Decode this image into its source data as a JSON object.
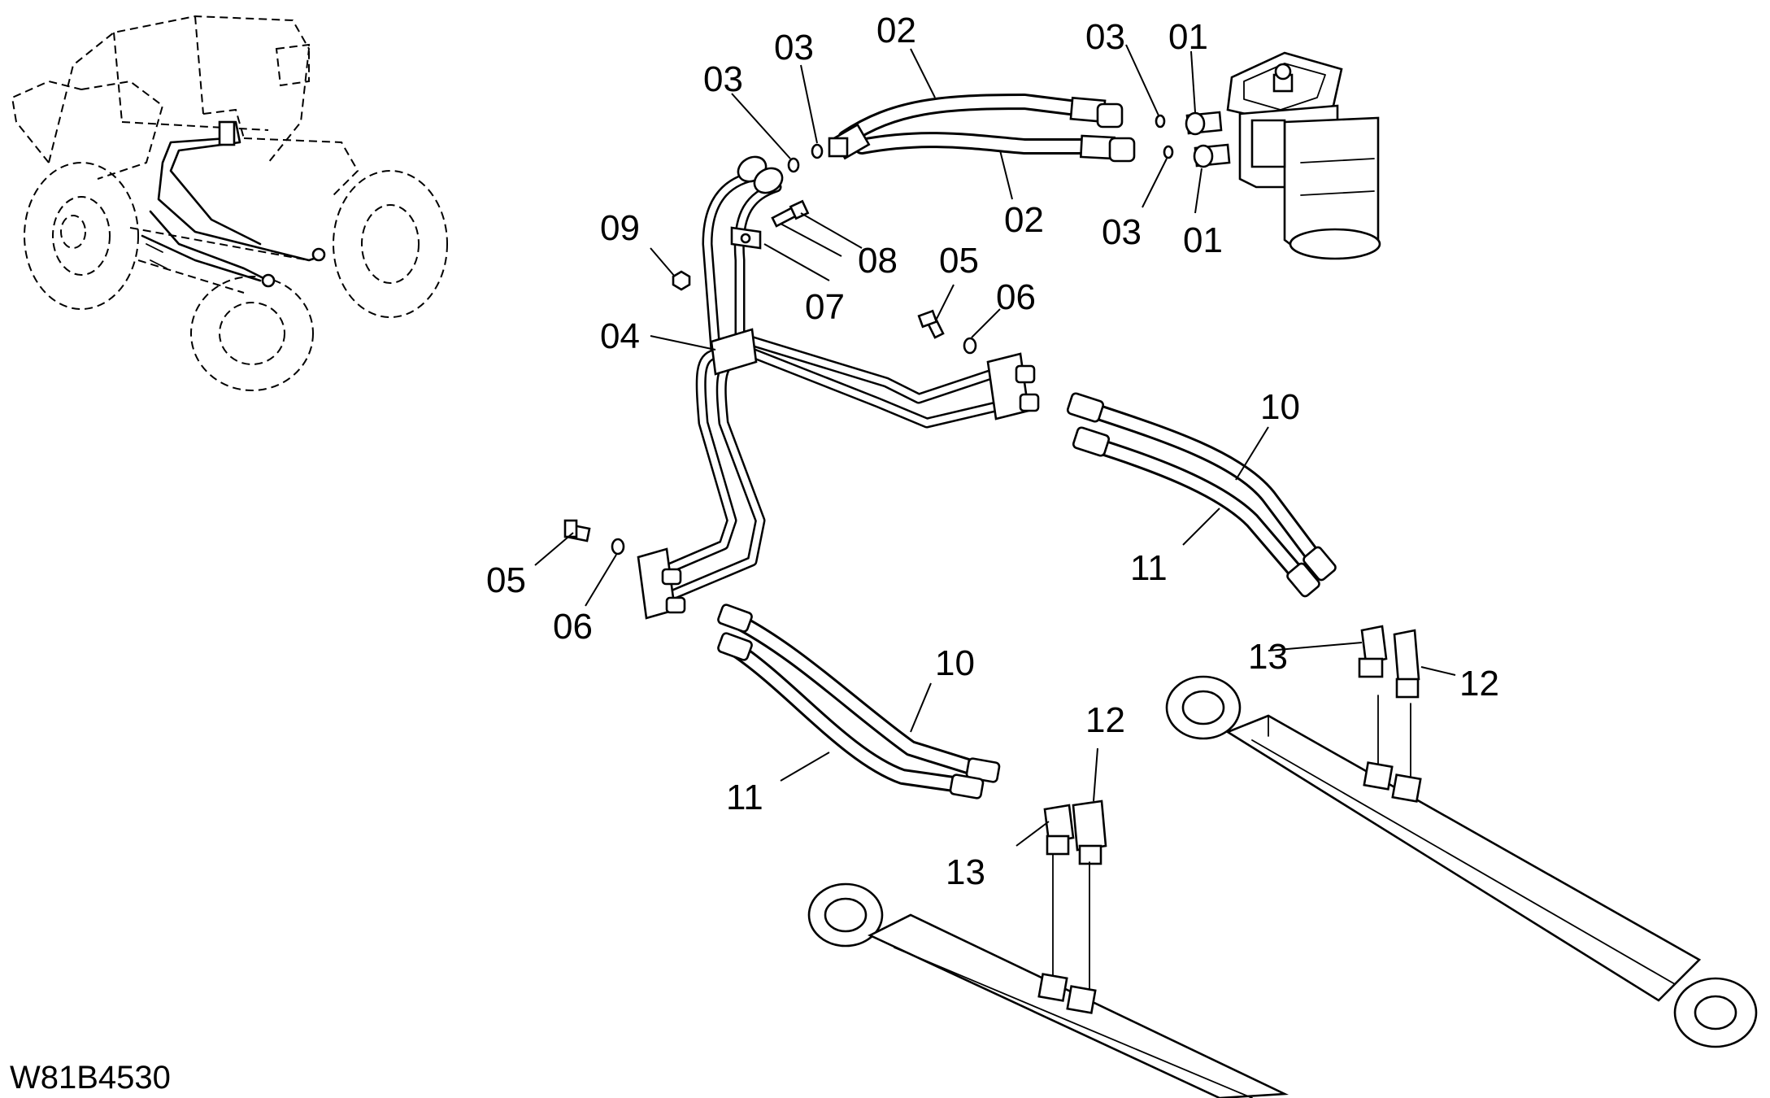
{
  "callouts": [
    {
      "id": "01",
      "text": "01"
    },
    {
      "id": "01b",
      "text": "01"
    },
    {
      "id": "02",
      "text": "02"
    },
    {
      "id": "02b",
      "text": "02"
    },
    {
      "id": "03a",
      "text": "03"
    },
    {
      "id": "03b",
      "text": "03"
    },
    {
      "id": "03c",
      "text": "03"
    },
    {
      "id": "03d",
      "text": "03"
    },
    {
      "id": "04",
      "text": "04"
    },
    {
      "id": "05a",
      "text": "05"
    },
    {
      "id": "05b",
      "text": "05"
    },
    {
      "id": "06a",
      "text": "06"
    },
    {
      "id": "06b",
      "text": "06"
    },
    {
      "id": "07",
      "text": "07"
    },
    {
      "id": "08",
      "text": "08"
    },
    {
      "id": "09",
      "text": "09"
    },
    {
      "id": "10a",
      "text": "10"
    },
    {
      "id": "10b",
      "text": "10"
    },
    {
      "id": "11a",
      "text": "11"
    },
    {
      "id": "11b",
      "text": "11"
    },
    {
      "id": "12a",
      "text": "12"
    },
    {
      "id": "12b",
      "text": "12"
    },
    {
      "id": "13a",
      "text": "13"
    },
    {
      "id": "13b",
      "text": "13"
    }
  ],
  "drawing_code": "W81B4530"
}
